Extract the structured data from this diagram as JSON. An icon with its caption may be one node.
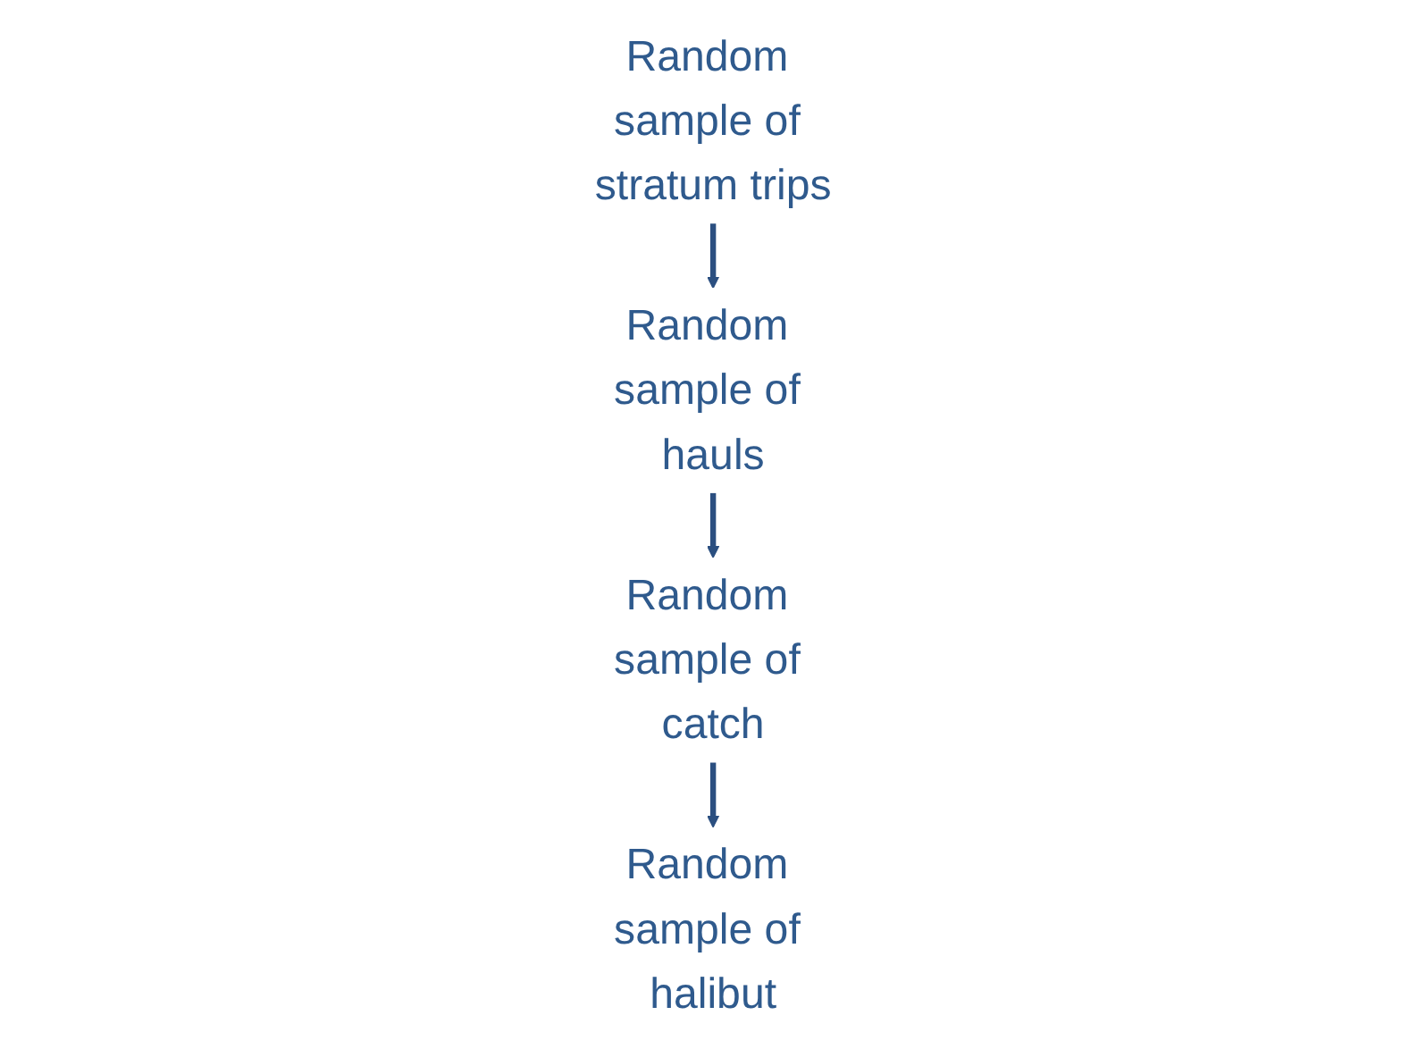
{
  "diagram": {
    "nodes": [
      {
        "text": [
          "Random sample of stratum trips"
        ]
      },
      {
        "text": [
          "Random sample of hauls"
        ]
      },
      {
        "text": [
          "Random sample of catch"
        ]
      },
      {
        "text": [
          "Random sample of halibut"
        ]
      }
    ],
    "edges": [
      {
        "from": 0,
        "to": 1,
        "arrow": "to"
      },
      {
        "from": 1,
        "to": 2,
        "arrow": "to"
      },
      {
        "from": 2,
        "to": 3,
        "arrow": "to"
      }
    ]
  }
}
